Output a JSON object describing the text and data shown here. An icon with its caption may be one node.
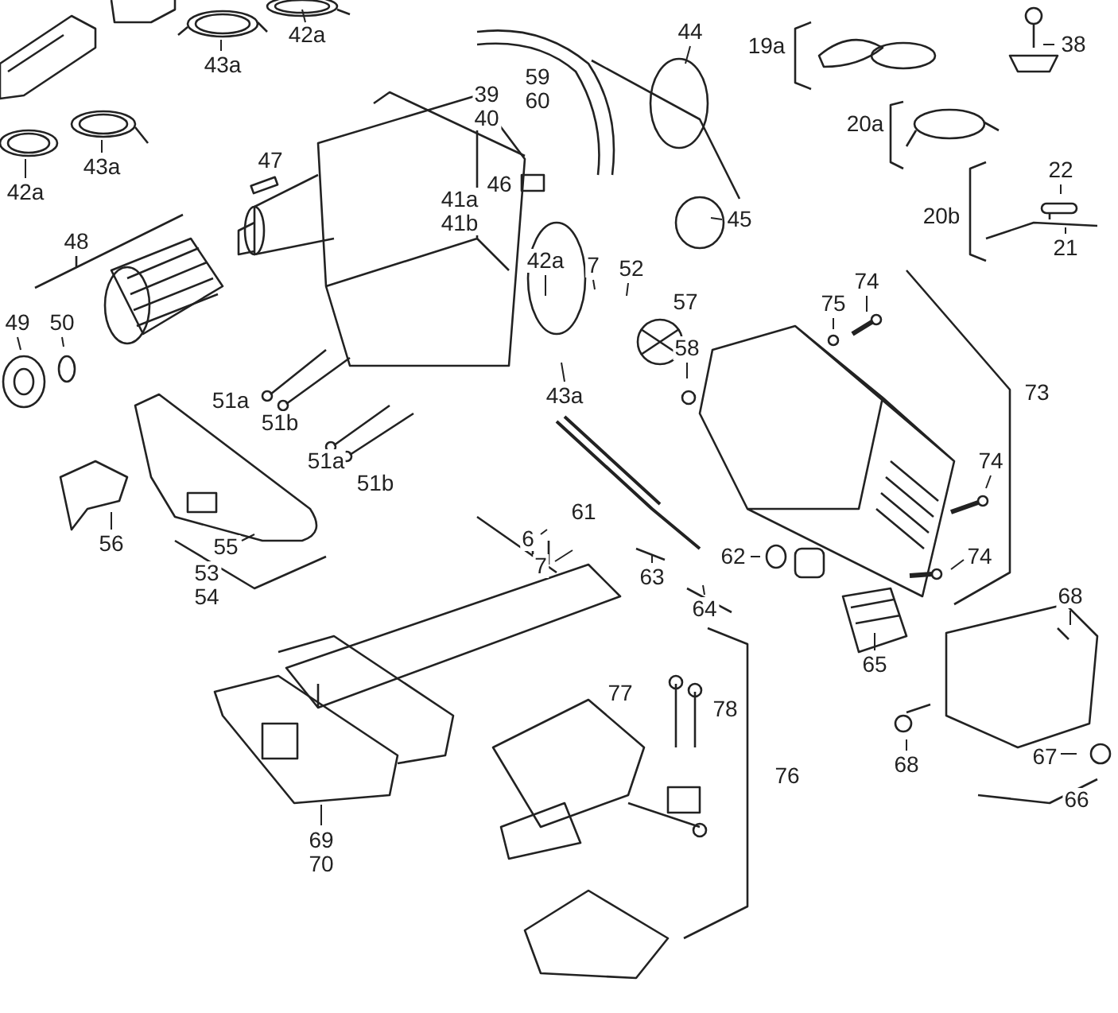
{
  "diagram": {
    "nodes": [
      {
        "text": [
          "42a"
        ]
      },
      {
        "text": [
          "43a"
        ]
      },
      {
        "text": [
          "43a"
        ]
      },
      {
        "text": [
          "42a"
        ]
      },
      {
        "text": [
          "49"
        ]
      },
      {
        "text": [
          "50"
        ]
      },
      {
        "text": [
          "44"
        ]
      },
      {
        "text": [
          "45"
        ]
      },
      {
        "text": [
          "42a"
        ]
      },
      {
        "text": [
          "7"
        ]
      },
      {
        "text": [
          "52"
        ]
      },
      {
        "text": [
          "58"
        ]
      },
      {
        "text": [
          "43a"
        ]
      },
      {
        "text": [
          "38"
        ]
      },
      {
        "text": [
          "22"
        ]
      },
      {
        "text": [
          "21"
        ]
      },
      {
        "text": [
          "75"
        ]
      },
      {
        "text": [
          "74"
        ]
      },
      {
        "text": [
          "74"
        ]
      },
      {
        "text": [
          "74"
        ]
      },
      {
        "text": [
          "62"
        ]
      },
      {
        "text": [
          "63"
        ]
      },
      {
        "text": [
          "64"
        ]
      },
      {
        "text": [
          "65"
        ]
      },
      {
        "text": [
          "68"
        ]
      },
      {
        "text": [
          "68"
        ]
      },
      {
        "text": [
          "67"
        ]
      },
      {
        "text": [
          "69",
          "70"
        ]
      },
      {
        "text": [
          "55"
        ]
      },
      {
        "text": [
          "56"
        ]
      },
      {
        "text": [
          "6"
        ]
      },
      {
        "text": [
          "7"
        ]
      },
      {
        "text": [
          "59",
          "60"
        ]
      },
      {
        "text": [
          "39",
          "40"
        ]
      },
      {
        "text": [
          "19a"
        ]
      },
      {
        "text": [
          "47"
        ]
      },
      {
        "text": [
          "46"
        ]
      },
      {
        "text": [
          "20a"
        ]
      },
      {
        "text": [
          "41a",
          "41b"
        ]
      },
      {
        "text": [
          "48"
        ]
      },
      {
        "text": [
          "20b"
        ]
      },
      {
        "text": [
          "57"
        ]
      },
      {
        "text": [
          "73"
        ]
      },
      {
        "text": [
          "51a"
        ]
      },
      {
        "text": [
          "51b"
        ]
      },
      {
        "text": [
          "51a"
        ]
      },
      {
        "text": [
          "51b"
        ]
      },
      {
        "text": [
          "61"
        ]
      },
      {
        "text": [
          "53",
          "54"
        ]
      },
      {
        "text": [
          "77"
        ]
      },
      {
        "text": [
          "78"
        ]
      },
      {
        "text": [
          "76"
        ]
      },
      {
        "text": [
          "66"
        ]
      }
    ],
    "edges": [
      {
        "from": 0,
        "to": null,
        "arrow": "none"
      },
      {
        "from": 1,
        "to": null,
        "arrow": "none"
      },
      {
        "from": 2,
        "to": null,
        "arrow": "none"
      },
      {
        "from": 3,
        "to": null,
        "arrow": "none"
      },
      {
        "from": 4,
        "to": null,
        "arrow": "none"
      },
      {
        "from": 5,
        "to": null,
        "arrow": "none"
      },
      {
        "from": 6,
        "to": null,
        "arrow": "none"
      },
      {
        "from": 7,
        "to": null,
        "arrow": "none"
      },
      {
        "from": 8,
        "to": null,
        "arrow": "none"
      },
      {
        "from": 9,
        "to": null,
        "arrow": "none"
      },
      {
        "from": 10,
        "to": null,
        "arrow": "none"
      },
      {
        "from": 11,
        "to": null,
        "arrow": "none"
      },
      {
        "from": 12,
        "to": null,
        "arrow": "none"
      },
      {
        "from": 13,
        "to": null,
        "arrow": "none"
      },
      {
        "from": 14,
        "to": null,
        "arrow": "none"
      },
      {
        "from": 15,
        "to": null,
        "arrow": "none"
      },
      {
        "from": 16,
        "to": null,
        "arrow": "none"
      },
      {
        "from": 17,
        "to": null,
        "arrow": "none"
      },
      {
        "from": 18,
        "to": null,
        "arrow": "none"
      },
      {
        "from": 19,
        "to": null,
        "arrow": "none"
      },
      {
        "from": 20,
        "to": null,
        "arrow": "none"
      },
      {
        "from": 21,
        "to": null,
        "arrow": "none"
      },
      {
        "from": 22,
        "to": null,
        "arrow": "none"
      },
      {
        "from": 23,
        "to": null,
        "arrow": "none"
      },
      {
        "from": 24,
        "to": null,
        "arrow": "none"
      },
      {
        "from": 25,
        "to": null,
        "arrow": "none"
      },
      {
        "from": 26,
        "to": null,
        "arrow": "none"
      },
      {
        "from": 27,
        "to": null,
        "arrow": "none"
      },
      {
        "from": 28,
        "to": null,
        "arrow": "none"
      },
      {
        "from": 29,
        "to": null,
        "arrow": "none"
      },
      {
        "from": 30,
        "to": null,
        "arrow": "none"
      },
      {
        "from": 31,
        "to": null,
        "arrow": "none"
      }
    ]
  }
}
